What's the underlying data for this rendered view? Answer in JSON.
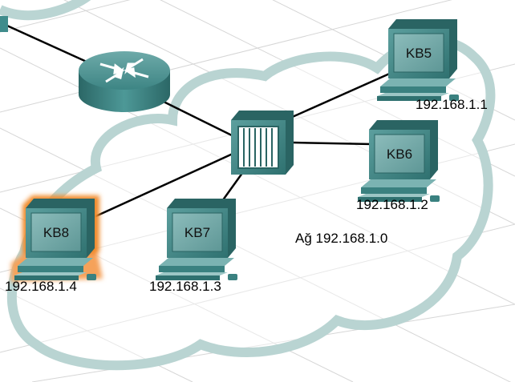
{
  "network_label": "Ağ 192.168.1.0",
  "hosts": [
    {
      "name": "KB5",
      "ip": "192.168.1.1",
      "highlighted": false
    },
    {
      "name": "KB6",
      "ip": "192.168.1.2",
      "highlighted": false
    },
    {
      "name": "KB7",
      "ip": "192.168.1.3",
      "highlighted": false
    },
    {
      "name": "KB8",
      "ip": "192.168.1.4",
      "highlighted": true
    }
  ],
  "colors": {
    "cloud_outline": "#b9d4d2",
    "device_teal": "#3f8c8c",
    "screen": "#6fa6a5",
    "highlight": "#e8701a",
    "grid": "#d4d4d4",
    "link": "#000000"
  },
  "icons": [
    "router-icon",
    "switch-icon",
    "pc-icon"
  ]
}
